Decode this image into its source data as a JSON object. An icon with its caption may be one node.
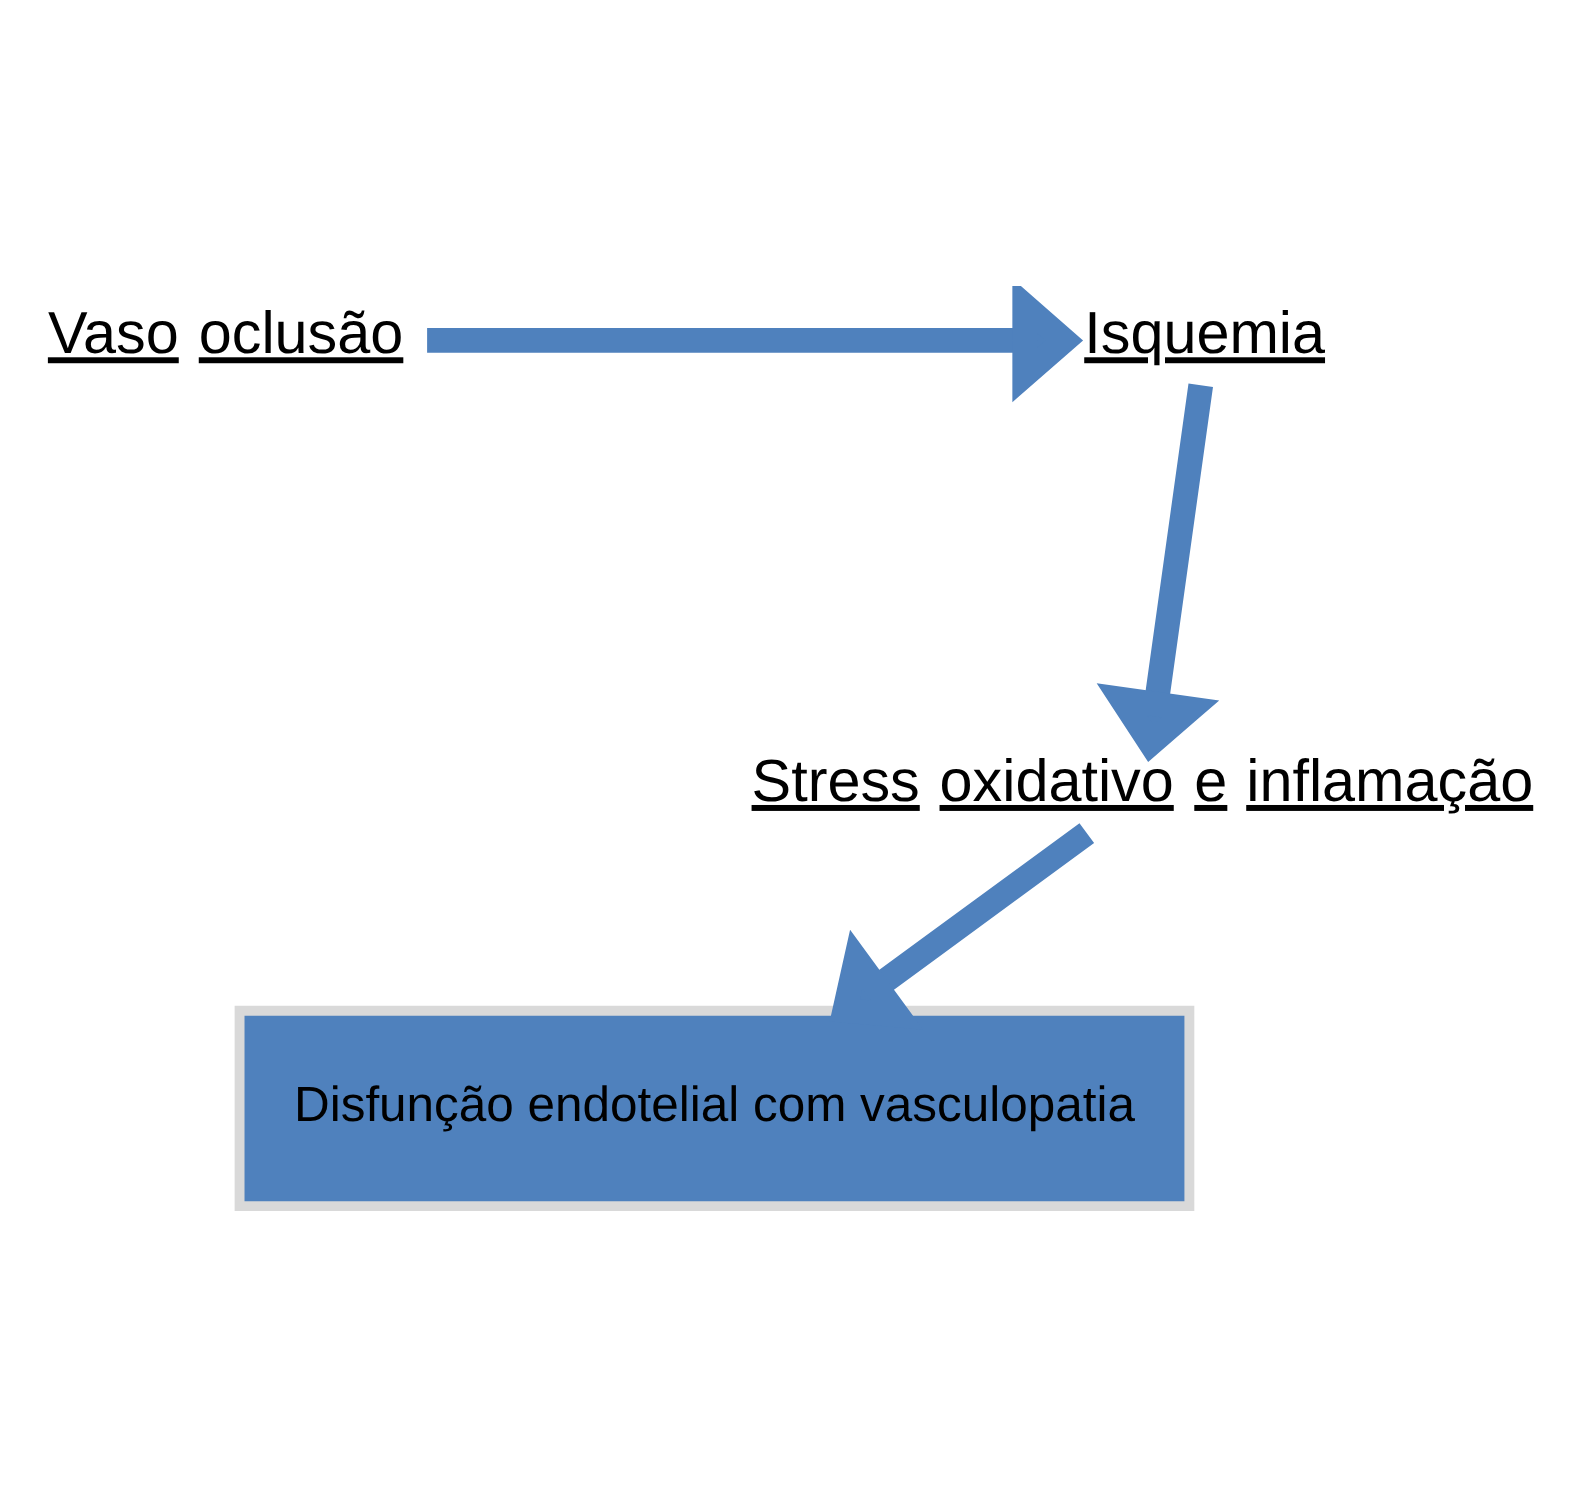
{
  "diagram": {
    "nodes": [
      {
        "text": [
          "Vaso oclusão"
        ]
      },
      {
        "text": [
          "Isquemia"
        ]
      },
      {
        "text": [
          "Stress oxidativo e inflamação"
        ]
      },
      {
        "text": [
          "Disfunção endotelial com vasculopatia"
        ]
      }
    ],
    "edges": [
      {
        "from": 0,
        "to": 1,
        "arrow": "to"
      },
      {
        "from": 1,
        "to": 2,
        "arrow": "to"
      },
      {
        "from": 2,
        "to": 3,
        "arrow": "to"
      }
    ]
  }
}
